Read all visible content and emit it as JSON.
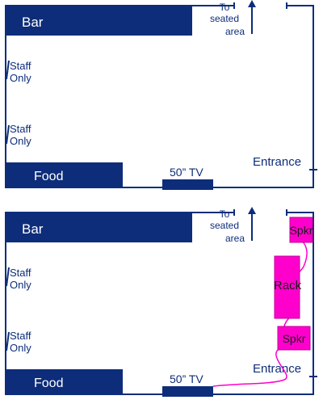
{
  "colors": {
    "navy": "#0d2d7a",
    "magenta": "#ff00cc",
    "line": "#0d2d7a"
  },
  "top_plan": {
    "bar": "Bar",
    "food": "Food",
    "tv": "50” TV",
    "staff_upper": [
      "Staff",
      "Only"
    ],
    "staff_lower": [
      "Staff",
      "Only"
    ],
    "to_seated_area": [
      "To",
      "seated",
      "area"
    ],
    "entrance": "Entrance"
  },
  "bottom_plan": {
    "bar": "Bar",
    "food": "Food",
    "tv": "50” TV",
    "staff_upper": [
      "Staff",
      "Only"
    ],
    "staff_lower": [
      "Staff",
      "Only"
    ],
    "to_seated_area": [
      "To",
      "seated",
      "area"
    ],
    "entrance": "Entrance",
    "speaker_top": "Spkr",
    "rack": "Rack",
    "speaker_bottom": "Spkr"
  }
}
